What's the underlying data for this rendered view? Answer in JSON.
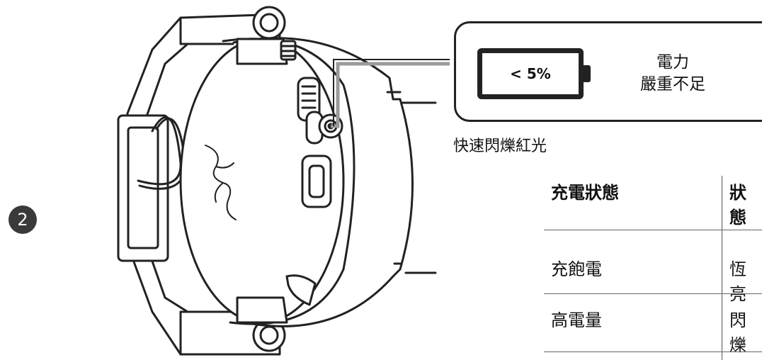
{
  "step_number": "2",
  "battery": {
    "level_label": "< 5%"
  },
  "callout": {
    "line1": "電力",
    "line2": "嚴重不足"
  },
  "caption": "快速閃爍紅光",
  "table": {
    "headers": [
      "充電狀態",
      "狀態"
    ],
    "rows": [
      [
        "充飽電",
        "恆亮"
      ],
      [
        "高電量",
        "閃爍"
      ]
    ]
  },
  "colors": {
    "line_art": "#222222",
    "leader_line": "#9a9a9a",
    "badge": "#3a3a3a"
  },
  "icons": [
    "headset-earcup-illustration",
    "razer-logo-icon",
    "battery-icon",
    "status-led-icon",
    "usb-c-port-icon"
  ]
}
